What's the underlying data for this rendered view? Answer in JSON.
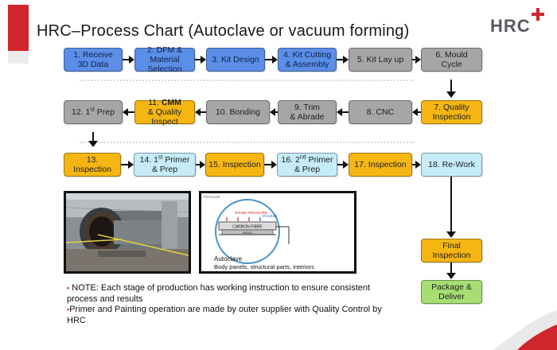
{
  "header": {
    "title": "HRC–Process Chart (Autoclave or vacuum forming)",
    "logo_text": "HRC"
  },
  "colors": {
    "brand_red": "#d0252b",
    "step_blue": "#5b8ee6",
    "step_gray": "#a6a6a6",
    "step_orange": "#f5b614",
    "step_cyan": "#c5ecf7",
    "step_green": "#a6de73"
  },
  "steps": {
    "s1": {
      "line1": "1. Receive",
      "line2": "3D Data"
    },
    "s2": {
      "line1": "2. DFM &",
      "line2": "Material Selection"
    },
    "s3": {
      "line1": "3. Kit Design"
    },
    "s4": {
      "line1": "4. Kit Cutting",
      "line2": "& Assembly"
    },
    "s5": {
      "line1": "5. Kit Lay up"
    },
    "s6": {
      "line1": "6. Mould Cycle"
    },
    "s7": {
      "line1": "7. Quality",
      "line2": "Inspection"
    },
    "s8": {
      "line1": "8. CNC"
    },
    "s9": {
      "line1": "9. Trim",
      "line2": "& Abrade"
    },
    "s10": {
      "line1": "10. Bonding"
    },
    "s11": {
      "line1a": "11. ",
      "line1b": "CMM",
      "line2": "& Quality Inspect"
    },
    "s12": {
      "pre": "12. 1",
      "sup": "st",
      "post": " Prep"
    },
    "s13": {
      "line1": "13. Inspection"
    },
    "s14": {
      "pre": "14. 1",
      "sup": "st",
      "post": " Primer",
      "line2": "& Prep"
    },
    "s15": {
      "line1": "15. Inspection"
    },
    "s16": {
      "pre": "16. 2",
      "sup": "nd",
      "post": " Primer",
      "line2": "& Prep"
    },
    "s17": {
      "line1": "17. Inspection"
    },
    "s18": {
      "line1": "18. Re-Work"
    },
    "final": {
      "line1": "Final",
      "line2": "Inspection"
    },
    "package": {
      "line1": "Package &",
      "line2": "Deliver"
    }
  },
  "diagram_labels": {
    "inside_pressure": "INSIDE PRESSURE",
    "vacuum": "VACUUM",
    "carbon_fibre": "CARBON FIBRE",
    "mould": "MOLD",
    "pressure": "PRESSURE"
  },
  "caption": {
    "line1": "Autoclave",
    "line2": "Body panels, structural parts, interiors"
  },
  "notes": {
    "note1": "NOTE:  Each stage of production has working instruction to ensure consistent process and results",
    "note2": "Primer and Painting operation are made by outer supplier with Quality Control by HRC"
  }
}
